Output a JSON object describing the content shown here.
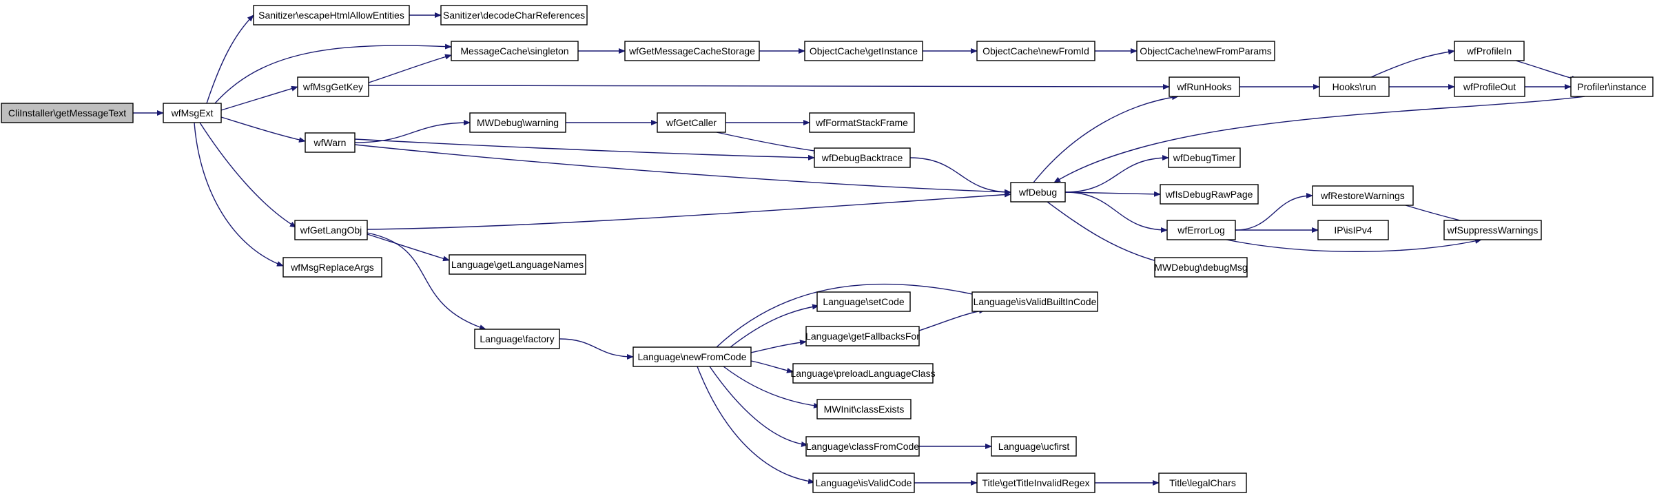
{
  "diagram": {
    "colors": {
      "edge": "#191970",
      "node_border": "#000000",
      "node_fill": "#ffffff",
      "root_fill": "#bfbfbf"
    },
    "nodes": [
      {
        "id": "cli",
        "label": "CliInstaller\\getMessageText",
        "root": true
      },
      {
        "id": "wfMsgExt",
        "label": "wfMsgExt"
      },
      {
        "id": "san_escape",
        "label": "Sanitizer\\escapeHtmlAllowEntities"
      },
      {
        "id": "san_decode",
        "label": "Sanitizer\\decodeCharReferences"
      },
      {
        "id": "mc_singleton",
        "label": "MessageCache\\singleton"
      },
      {
        "id": "wfGetMCS",
        "label": "wfGetMessageCacheStorage"
      },
      {
        "id": "oc_getInstance",
        "label": "ObjectCache\\getInstance"
      },
      {
        "id": "oc_newFromId",
        "label": "ObjectCache\\newFromId"
      },
      {
        "id": "oc_newFromParams",
        "label": "ObjectCache\\newFromParams"
      },
      {
        "id": "wfMsgGetKey",
        "label": "wfMsgGetKey"
      },
      {
        "id": "wfRunHooks",
        "label": "wfRunHooks"
      },
      {
        "id": "hooks_run",
        "label": "Hooks\\run"
      },
      {
        "id": "wfProfileIn",
        "label": "wfProfileIn"
      },
      {
        "id": "wfProfileOut",
        "label": "wfProfileOut"
      },
      {
        "id": "profiler",
        "label": "Profiler\\instance"
      },
      {
        "id": "wfWarn",
        "label": "wfWarn"
      },
      {
        "id": "mwdebug_warning",
        "label": "MWDebug\\warning"
      },
      {
        "id": "wfGetCaller",
        "label": "wfGetCaller"
      },
      {
        "id": "wfFormatStackFrame",
        "label": "wfFormatStackFrame"
      },
      {
        "id": "wfDebugBacktrace",
        "label": "wfDebugBacktrace"
      },
      {
        "id": "wfDebug",
        "label": "wfDebug"
      },
      {
        "id": "wfDebugTimer",
        "label": "wfDebugTimer"
      },
      {
        "id": "wfIsDebugRawPage",
        "label": "wfIsDebugRawPage"
      },
      {
        "id": "wfErrorLog",
        "label": "wfErrorLog"
      },
      {
        "id": "wfRestoreWarnings",
        "label": "wfRestoreWarnings"
      },
      {
        "id": "ip_isIPv4",
        "label": "IP\\isIPv4"
      },
      {
        "id": "wfSuppressWarnings",
        "label": "wfSuppressWarnings"
      },
      {
        "id": "mwdebug_debugMsg",
        "label": "MWDebug\\debugMsg"
      },
      {
        "id": "wfGetLangObj",
        "label": "wfGetLangObj"
      },
      {
        "id": "lang_getLanguageNames",
        "label": "Language\\getLanguageNames"
      },
      {
        "id": "wfMsgReplaceArgs",
        "label": "wfMsgReplaceArgs"
      },
      {
        "id": "lang_factory",
        "label": "Language\\factory"
      },
      {
        "id": "lang_newFromCode",
        "label": "Language\\newFromCode"
      },
      {
        "id": "lang_isValidBuiltInCode",
        "label": "Language\\isValidBuiltInCode"
      },
      {
        "id": "lang_setCode",
        "label": "Language\\setCode"
      },
      {
        "id": "lang_getFallbacksFor",
        "label": "Language\\getFallbacksFor"
      },
      {
        "id": "lang_preload",
        "label": "Language\\preloadLanguageClass"
      },
      {
        "id": "mwinit_classExists",
        "label": "MWInit\\classExists"
      },
      {
        "id": "lang_classFromCode",
        "label": "Language\\classFromCode"
      },
      {
        "id": "lang_ucfirst",
        "label": "Language\\ucfirst"
      },
      {
        "id": "lang_isValidCode",
        "label": "Language\\isValidCode"
      },
      {
        "id": "title_getTitleInvalidRegex",
        "label": "Title\\getTitleInvalidRegex"
      },
      {
        "id": "title_legalChars",
        "label": "Title\\legalChars"
      }
    ],
    "edges": [
      {
        "from": "cli",
        "to": "wfMsgExt"
      },
      {
        "from": "wfMsgExt",
        "to": "san_escape"
      },
      {
        "from": "wfMsgExt",
        "to": "mc_singleton"
      },
      {
        "from": "wfMsgExt",
        "to": "wfMsgGetKey"
      },
      {
        "from": "wfMsgExt",
        "to": "wfWarn"
      },
      {
        "from": "wfMsgExt",
        "to": "wfGetLangObj"
      },
      {
        "from": "wfMsgExt",
        "to": "wfMsgReplaceArgs"
      },
      {
        "from": "san_escape",
        "to": "san_decode"
      },
      {
        "from": "mc_singleton",
        "to": "wfGetMCS"
      },
      {
        "from": "wfGetMCS",
        "to": "oc_getInstance"
      },
      {
        "from": "oc_getInstance",
        "to": "oc_newFromId"
      },
      {
        "from": "oc_newFromId",
        "to": "oc_newFromParams"
      },
      {
        "from": "wfMsgGetKey",
        "to": "mc_singleton"
      },
      {
        "from": "wfMsgGetKey",
        "to": "wfRunHooks"
      },
      {
        "from": "wfRunHooks",
        "to": "hooks_run"
      },
      {
        "from": "hooks_run",
        "to": "wfProfileIn"
      },
      {
        "from": "hooks_run",
        "to": "wfProfileOut"
      },
      {
        "from": "wfProfileIn",
        "to": "profiler"
      },
      {
        "from": "wfProfileOut",
        "to": "profiler"
      },
      {
        "from": "profiler",
        "to": "wfDebug"
      },
      {
        "from": "wfWarn",
        "to": "mwdebug_warning"
      },
      {
        "from": "wfWarn",
        "to": "wfDebugBacktrace"
      },
      {
        "from": "wfWarn",
        "to": "wfDebug"
      },
      {
        "from": "mwdebug_warning",
        "to": "wfGetCaller"
      },
      {
        "from": "wfGetCaller",
        "to": "wfFormatStackFrame"
      },
      {
        "from": "wfGetCaller",
        "to": "wfDebugBacktrace"
      },
      {
        "from": "wfDebugBacktrace",
        "to": "wfDebug"
      },
      {
        "from": "wfDebug",
        "to": "wfRunHooks"
      },
      {
        "from": "wfDebug",
        "to": "wfDebugTimer"
      },
      {
        "from": "wfDebug",
        "to": "wfIsDebugRawPage"
      },
      {
        "from": "wfDebug",
        "to": "wfErrorLog"
      },
      {
        "from": "wfDebug",
        "to": "mwdebug_debugMsg"
      },
      {
        "from": "wfErrorLog",
        "to": "wfRestoreWarnings"
      },
      {
        "from": "wfErrorLog",
        "to": "ip_isIPv4"
      },
      {
        "from": "wfErrorLog",
        "to": "wfSuppressWarnings"
      },
      {
        "from": "wfRestoreWarnings",
        "to": "wfSuppressWarnings"
      },
      {
        "from": "wfGetLangObj",
        "to": "wfDebug"
      },
      {
        "from": "wfGetLangObj",
        "to": "lang_getLanguageNames"
      },
      {
        "from": "wfGetLangObj",
        "to": "lang_factory"
      },
      {
        "from": "lang_factory",
        "to": "lang_newFromCode"
      },
      {
        "from": "lang_newFromCode",
        "to": "lang_isValidBuiltInCode"
      },
      {
        "from": "lang_newFromCode",
        "to": "lang_setCode"
      },
      {
        "from": "lang_newFromCode",
        "to": "lang_getFallbacksFor"
      },
      {
        "from": "lang_newFromCode",
        "to": "lang_preload"
      },
      {
        "from": "lang_newFromCode",
        "to": "mwinit_classExists"
      },
      {
        "from": "lang_newFromCode",
        "to": "lang_classFromCode"
      },
      {
        "from": "lang_newFromCode",
        "to": "lang_isValidCode"
      },
      {
        "from": "lang_getFallbacksFor",
        "to": "lang_isValidBuiltInCode"
      },
      {
        "from": "lang_classFromCode",
        "to": "lang_ucfirst"
      },
      {
        "from": "lang_isValidCode",
        "to": "title_getTitleInvalidRegex"
      },
      {
        "from": "title_getTitleInvalidRegex",
        "to": "title_legalChars"
      }
    ]
  }
}
